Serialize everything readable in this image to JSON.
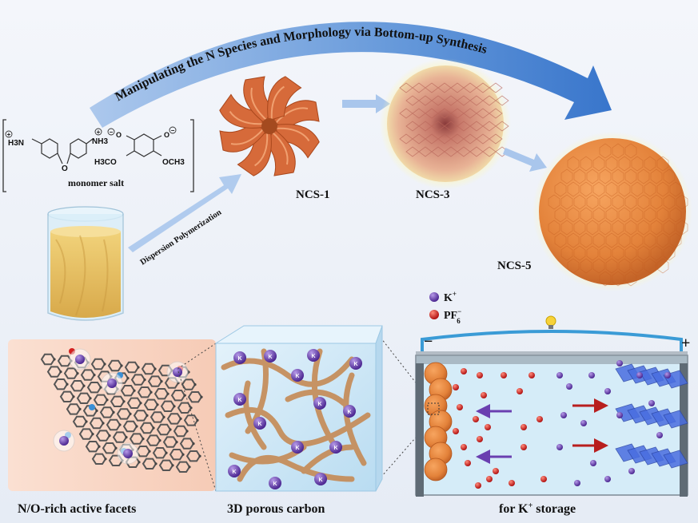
{
  "title_arc": "Manipulating the N Species and Morphology via Bottom-up Synthesis",
  "monomer": {
    "label": "monomer salt",
    "amine_left": "H3N",
    "amine_right": "NH3",
    "ester_left": "H3CO",
    "ester_right": "OCH3",
    "bridge_o": "O"
  },
  "process_label": "Dispersion Polymerization",
  "spheres": [
    {
      "id": "ncs1",
      "label": "NCS-1"
    },
    {
      "id": "ncs3",
      "label": "NCS-3"
    },
    {
      "id": "ncs5",
      "label": "NCS-5"
    }
  ],
  "legend": [
    {
      "ion": "K+",
      "base": "K",
      "sup": "+",
      "sub": "",
      "color": "#6a3fb0"
    },
    {
      "ion": "PF6-",
      "base": "PF",
      "sup": "−",
      "sub": "6",
      "color": "#d4201f"
    }
  ],
  "battery": {
    "neg": "−",
    "pos": "+"
  },
  "bottom_captions": {
    "left": "N/O-rich active facets",
    "middle": "3D porous carbon",
    "right_prefix": "for K",
    "right_sup": "+",
    "right_suffix": " storage"
  },
  "ion_label": "K",
  "ion_label_sup": "+",
  "colors": {
    "background": "#eef2f8",
    "arc_blue": "#2f6fc9",
    "flower": "#d66a3a",
    "sphere": "#e88a3a",
    "electrolyte": "#cfe8f7",
    "carbon_brown": "#c58a55",
    "k_ion": "#6a3fb0",
    "pf6_ion": "#d4201f"
  }
}
